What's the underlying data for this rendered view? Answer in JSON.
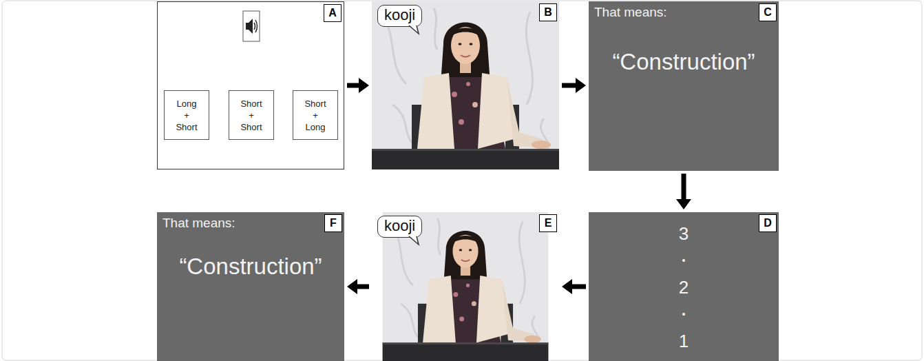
{
  "diagram": {
    "nodes": [
      {
        "text": [
          "A"
        ]
      },
      {
        "text": [
          "Long + Short"
        ],
        "in": 0
      },
      {
        "text": [
          "Short + Short"
        ],
        "in": 0
      },
      {
        "text": [
          "Short + Long"
        ],
        "in": 0
      },
      {
        "text": [
          "B"
        ]
      },
      {
        "text": [
          "kooji"
        ],
        "in": 4
      },
      {
        "text": [
          "C",
          "That means:",
          "“Construction”"
        ]
      },
      {
        "text": [
          "D",
          "3",
          "•",
          "2",
          "•",
          "1"
        ]
      },
      {
        "text": [
          "E"
        ]
      },
      {
        "text": [
          "kooji"
        ],
        "in": 8
      },
      {
        "text": [
          "F",
          "That means:",
          "“Construction”"
        ]
      }
    ],
    "edges": [
      {
        "from": 0,
        "to": 4,
        "arrow": "to"
      },
      {
        "from": 4,
        "to": 6,
        "arrow": "to"
      },
      {
        "from": 6,
        "to": 7,
        "arrow": "to"
      },
      {
        "from": 7,
        "to": 8,
        "arrow": "to"
      },
      {
        "from": 8,
        "to": 10,
        "arrow": "to"
      }
    ]
  }
}
